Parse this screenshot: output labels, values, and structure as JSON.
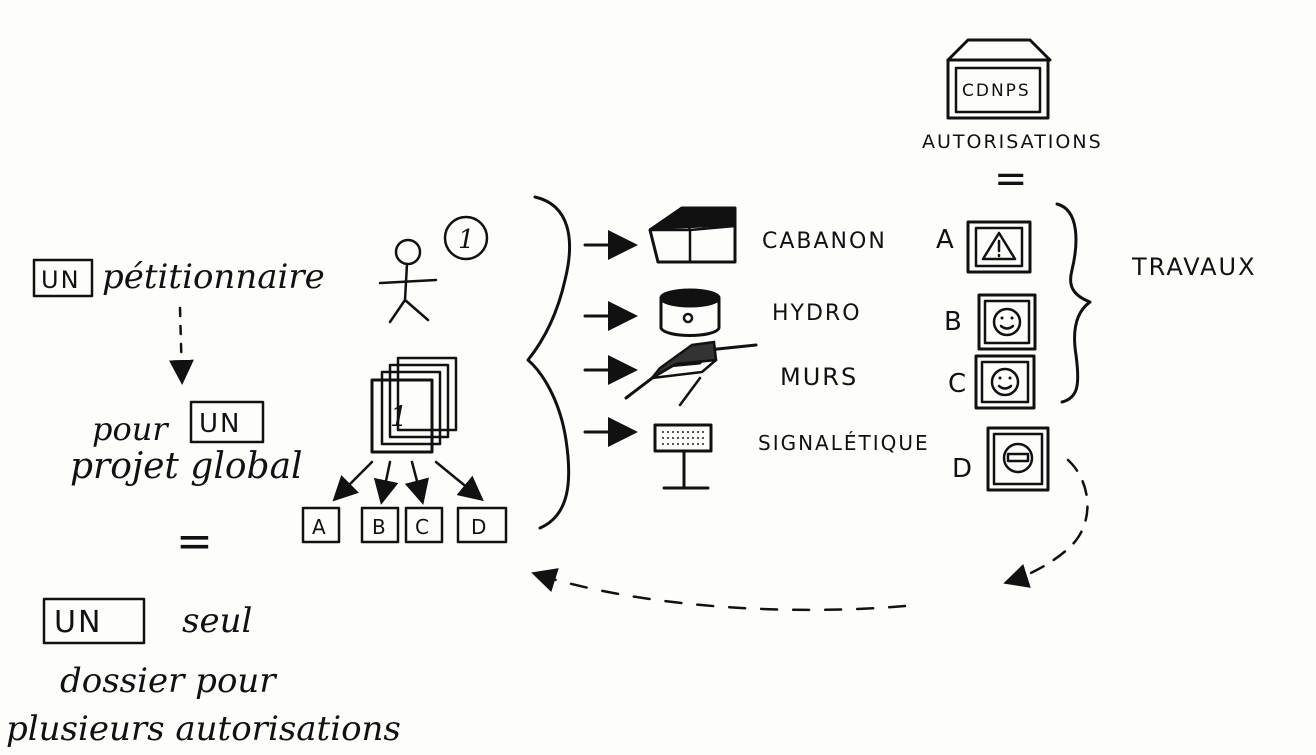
{
  "left_notes": {
    "petitioner_box": "UN",
    "petitioner_text": "pétitionnaire",
    "pour": "pour",
    "project_box": "UN",
    "project_text": "projet global",
    "equals": "=",
    "single_box": "UN",
    "single_text_1": "seul",
    "single_text_2": "dossier pour",
    "single_text_3": "plusieurs autorisations"
  },
  "actor": {
    "number": "1"
  },
  "dossier": {
    "number": "1",
    "subboxes": [
      "A",
      "B",
      "C",
      "D"
    ]
  },
  "works": [
    {
      "label": "CABANON",
      "letter": "A",
      "icon": "warning-icon"
    },
    {
      "label": "HYDRO",
      "letter": "B",
      "icon": "smiley-icon"
    },
    {
      "label": "MURS",
      "letter": "C",
      "icon": "smiley-icon"
    },
    {
      "label": "SIGNALÉTIQUE",
      "letter": "D",
      "icon": "no-entry-icon"
    }
  ],
  "top_right": {
    "building_label": "CDNPS",
    "autorisations": "AUTORISATIONS",
    "equals": "="
  },
  "travaux_label": "TRAVAUX"
}
